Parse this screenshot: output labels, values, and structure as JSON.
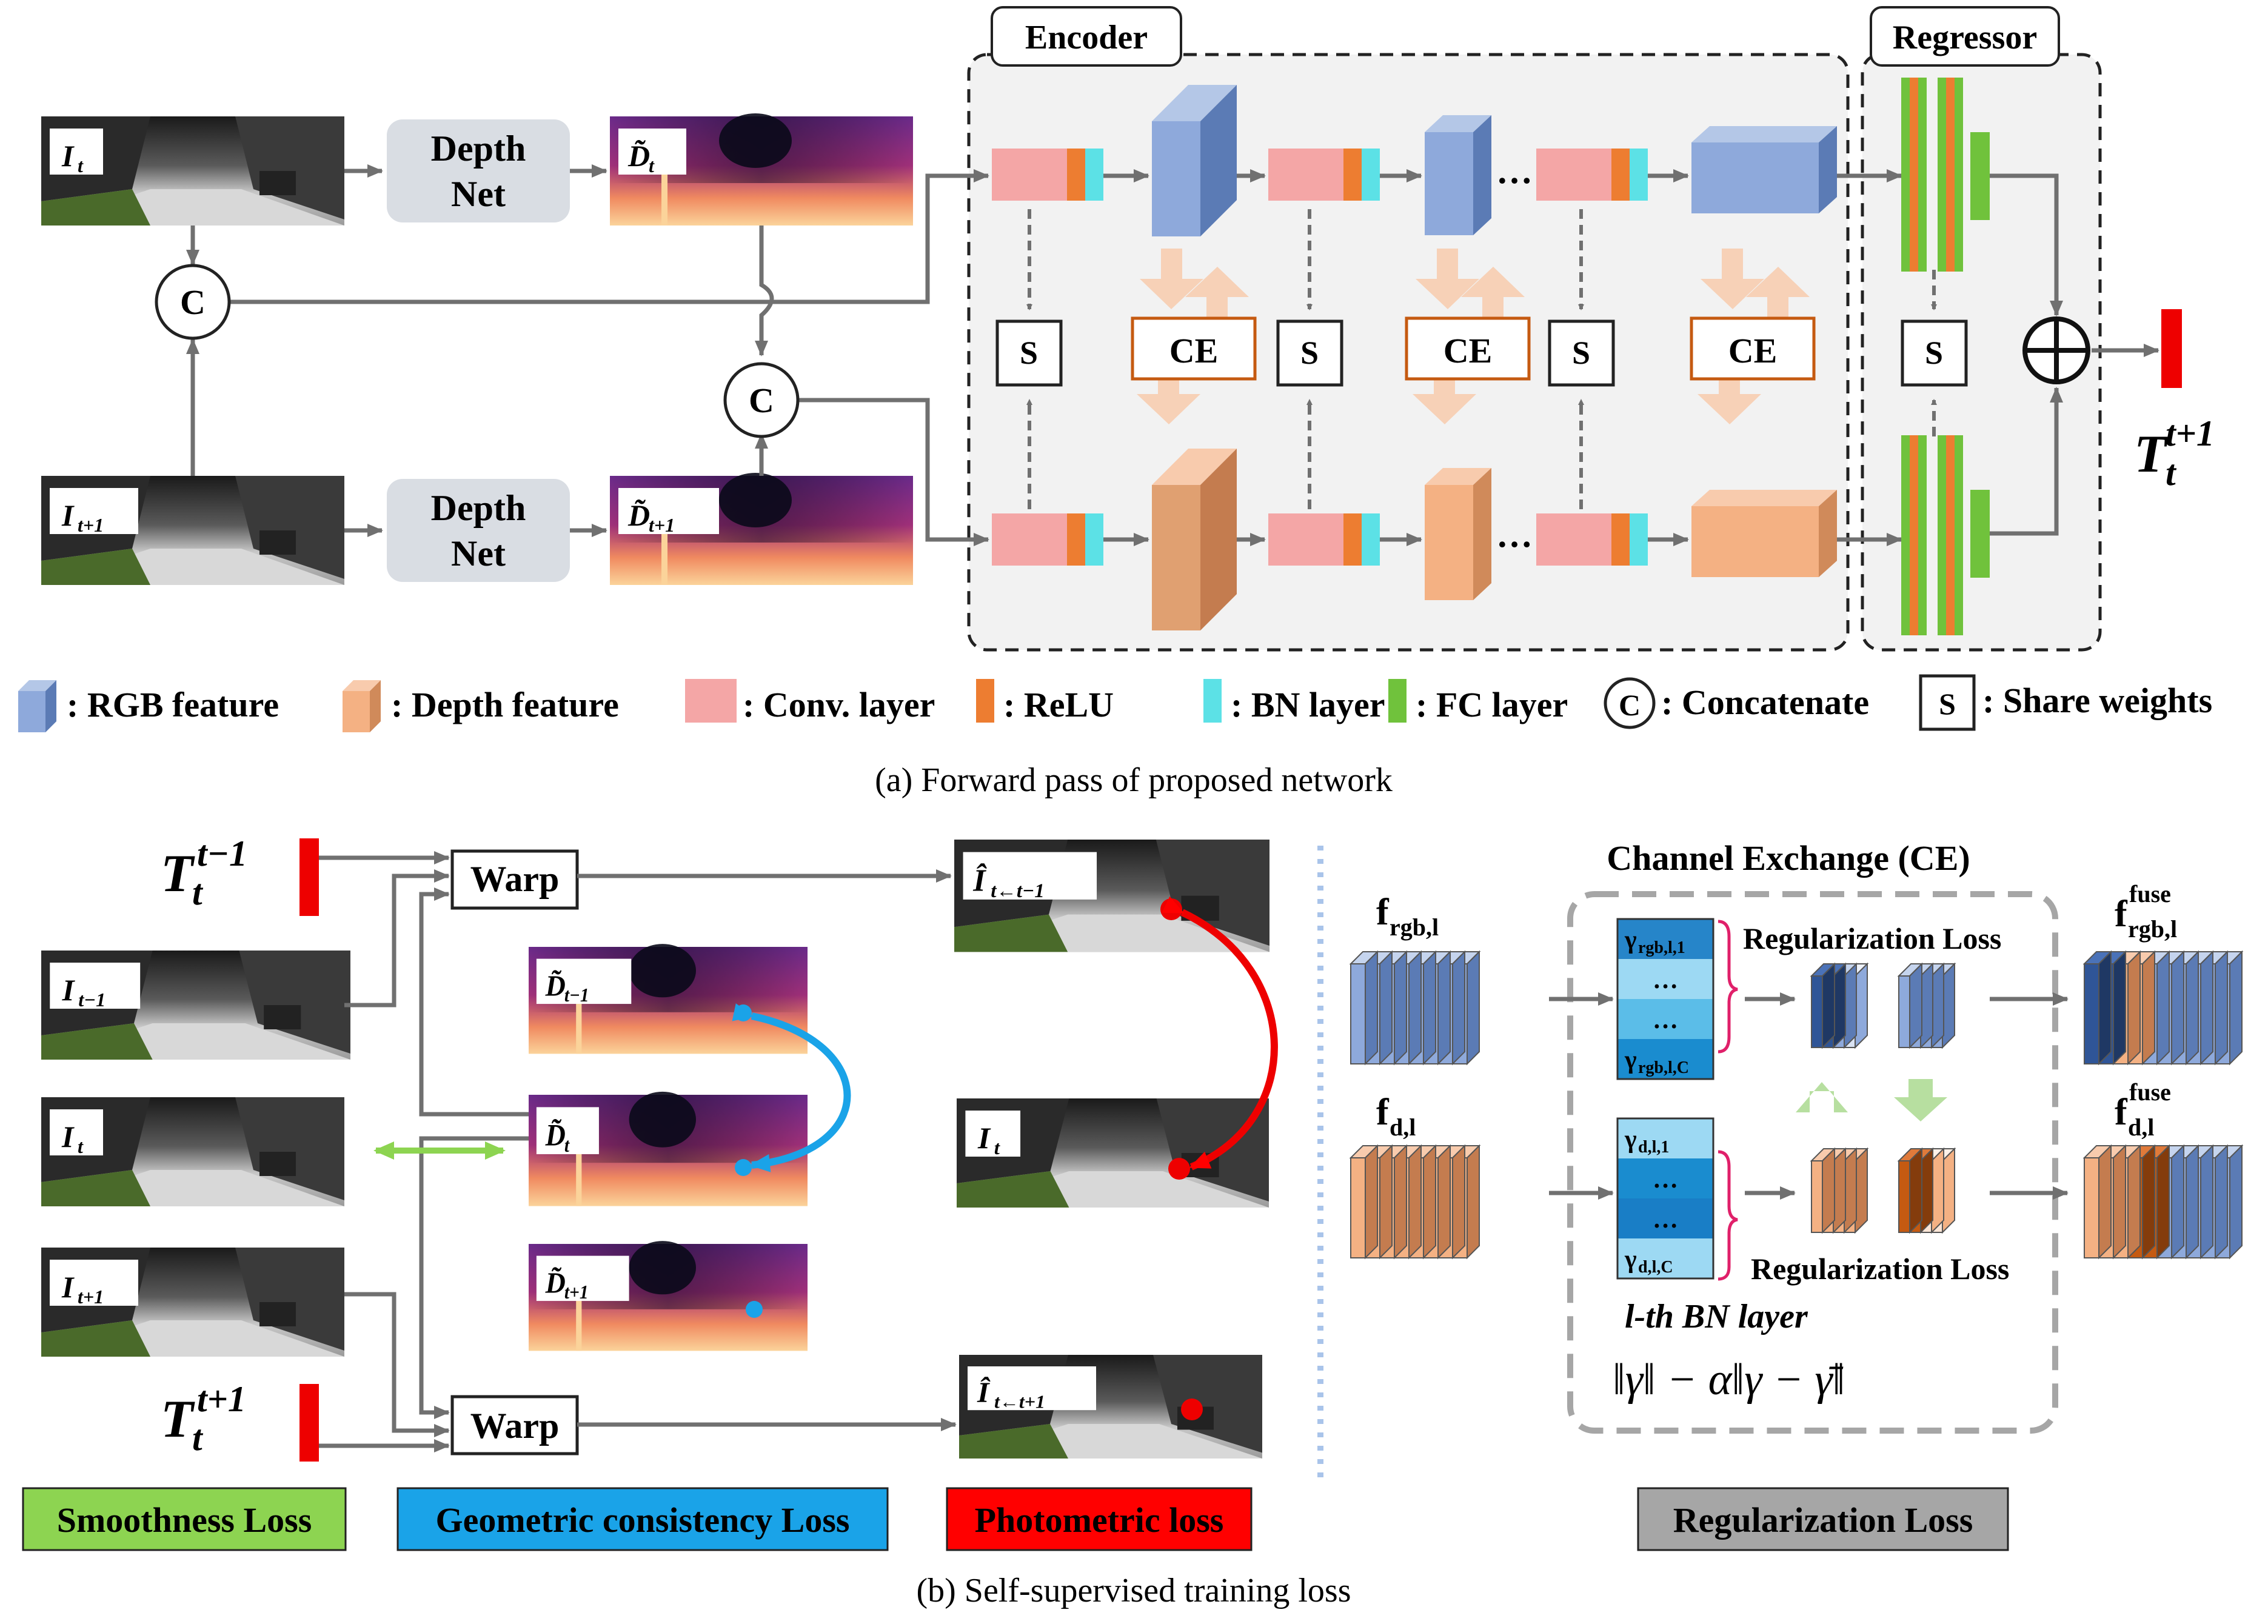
{
  "part_a": {
    "caption": "(a) Forward pass of proposed network",
    "encoder_label": "Encoder",
    "regressor_label": "Regressor",
    "depth_net_line1": "Depth",
    "depth_net_line2": "Net",
    "concat_symbol": "C",
    "share_symbol": "S",
    "ce_label": "CE",
    "ellipsis": "…",
    "sum_symbol": "⊕",
    "input_rgb_t": "I",
    "input_rgb_t_sub": "t",
    "input_rgb_t1": "I",
    "input_rgb_t1_sub": "t+1",
    "depth_t": "D̃",
    "depth_t_sub": "t",
    "depth_t1": "D̃",
    "depth_t1_sub": "t+1",
    "output_pose": "T",
    "output_pose_sub": "t",
    "output_pose_sup": "t+1"
  },
  "legend": [
    {
      "key": "rgb",
      "label": ": RGB feature"
    },
    {
      "key": "depth",
      "label": ": Depth feature"
    },
    {
      "key": "conv",
      "label": ": Conv. layer"
    },
    {
      "key": "relu",
      "label": ": ReLU"
    },
    {
      "key": "bn",
      "label": ": BN layer"
    },
    {
      "key": "fc",
      "label": ": FC layer"
    },
    {
      "key": "concat",
      "label": ": Concatenate"
    },
    {
      "key": "share",
      "label": ": Share weights"
    }
  ],
  "part_b": {
    "caption": "(b) Self-supervised training loss",
    "warp_label": "Warp",
    "pose_prev": "T",
    "pose_prev_sub": "t",
    "pose_prev_sup": "t−1",
    "pose_next": "T",
    "pose_next_sub": "t",
    "pose_next_sup": "t+1",
    "img_tm1": "I",
    "img_tm1_sub": "t−1",
    "img_t": "I",
    "img_t_sub": "t",
    "img_tp1": "I",
    "img_tp1_sub": "t+1",
    "depth_tm1": "D̃",
    "depth_tm1_sub": "t−1",
    "depth_t": "D̃",
    "depth_t_sub": "t",
    "depth_tp1": "D̃",
    "depth_tp1_sub": "t+1",
    "warped_prev": "Î",
    "warped_prev_sub": "t←t−1",
    "warped_next": "Î",
    "warped_next_sub": "t←t+1",
    "target_img": "I",
    "target_img_sub": "t",
    "ce_title": "Channel Exchange (CE)",
    "f_rgb": "f",
    "f_rgb_sub": "rgb,l",
    "f_d": "f",
    "f_d_sub": "d,l",
    "f_rgb_fuse": "f",
    "f_rgb_fuse_sub": "rgb,l",
    "f_rgb_fuse_sup": "fuse",
    "f_d_fuse": "f",
    "f_d_fuse_sub": "d,l",
    "f_d_fuse_sup": "fuse",
    "gamma_rgb_1": "γ",
    "gamma_rgb_1_sub": "rgb,l,1",
    "gamma_rgb_c": "γ",
    "gamma_rgb_c_sub": "rgb,l,C",
    "gamma_d_1": "γ",
    "gamma_d_1_sub": "d,l,1",
    "gamma_d_c": "γ",
    "gamma_d_c_sub": "d,l,C",
    "dots": "…",
    "reg_loss_label": "Regularization Loss",
    "bn_layer_label": "l-th BN layer",
    "formula": "‖γ‖ − α‖γ − γ̄‖"
  },
  "losses": [
    {
      "label": "Smoothness Loss",
      "color": "#8dd451"
    },
    {
      "label": "Geometric consistency Loss",
      "color": "#1aa3e8"
    },
    {
      "label": "Photometric loss",
      "color": "#ff0000"
    },
    {
      "label": "Regularization Loss",
      "color": "#a6a6a6"
    }
  ],
  "colors": {
    "rgb_feature": "#8ea9db",
    "depth_feature": "#f4b183",
    "conv": "#f4a6a6",
    "relu": "#ed7d31",
    "bn": "#5ce1e6",
    "fc": "#70c23c",
    "arrow": "#707070",
    "red": "#ff0000",
    "blue": "#1aa3e8",
    "green": "#8dd451"
  }
}
